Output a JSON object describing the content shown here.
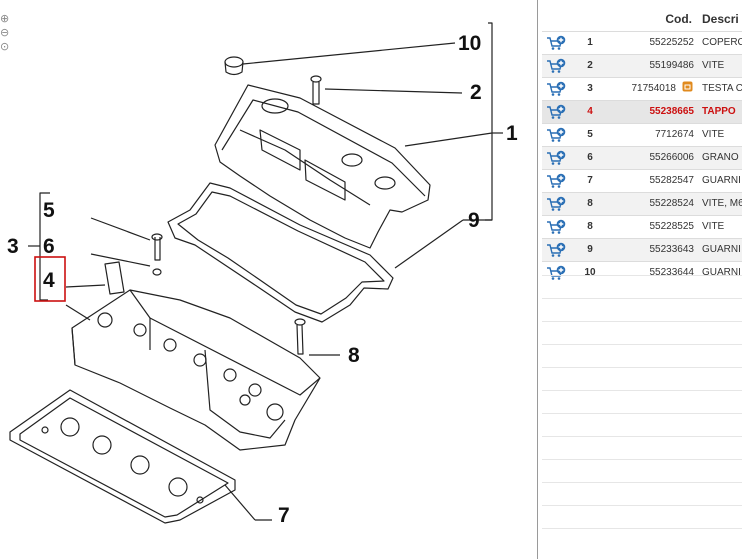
{
  "callouts": {
    "c1": "1",
    "c2": "2",
    "c3": "3",
    "c4": "4",
    "c5": "5",
    "c6": "6",
    "c7": "7",
    "c8": "8",
    "c9": "9",
    "c10": "10"
  },
  "zoom_icons": [
    "zoom-in-icon",
    "zoom-out-icon",
    "zoom-fit-icon"
  ],
  "table": {
    "headers": {
      "cod": "Cod.",
      "desc": "Descri"
    },
    "rows": [
      {
        "num": "1",
        "cod": "55225252",
        "desc": "COPERC"
      },
      {
        "num": "2",
        "cod": "55199486",
        "desc": "VITE"
      },
      {
        "num": "3",
        "cod": "71754018",
        "desc": "TESTA C",
        "warn": true
      },
      {
        "num": "4",
        "cod": "55238665",
        "desc": "TAPPO",
        "selected": true
      },
      {
        "num": "5",
        "cod": "7712674",
        "desc": "VITE"
      },
      {
        "num": "6",
        "cod": "55266006",
        "desc": "GRANO"
      },
      {
        "num": "7",
        "cod": "55282547",
        "desc": "GUARNI"
      },
      {
        "num": "8",
        "cod": "55228524",
        "desc": "VITE, M6"
      },
      {
        "num": "8",
        "cod": "55228525",
        "desc": "VITE"
      },
      {
        "num": "9",
        "cod": "55233643",
        "desc": "GUARNI"
      },
      {
        "num": "10",
        "cod": "55233644",
        "desc": "GUARNI"
      }
    ]
  },
  "colors": {
    "selected_text": "#cc1010",
    "highlight_box": "#cc1010",
    "cart_icon": "#2a6fb5"
  }
}
